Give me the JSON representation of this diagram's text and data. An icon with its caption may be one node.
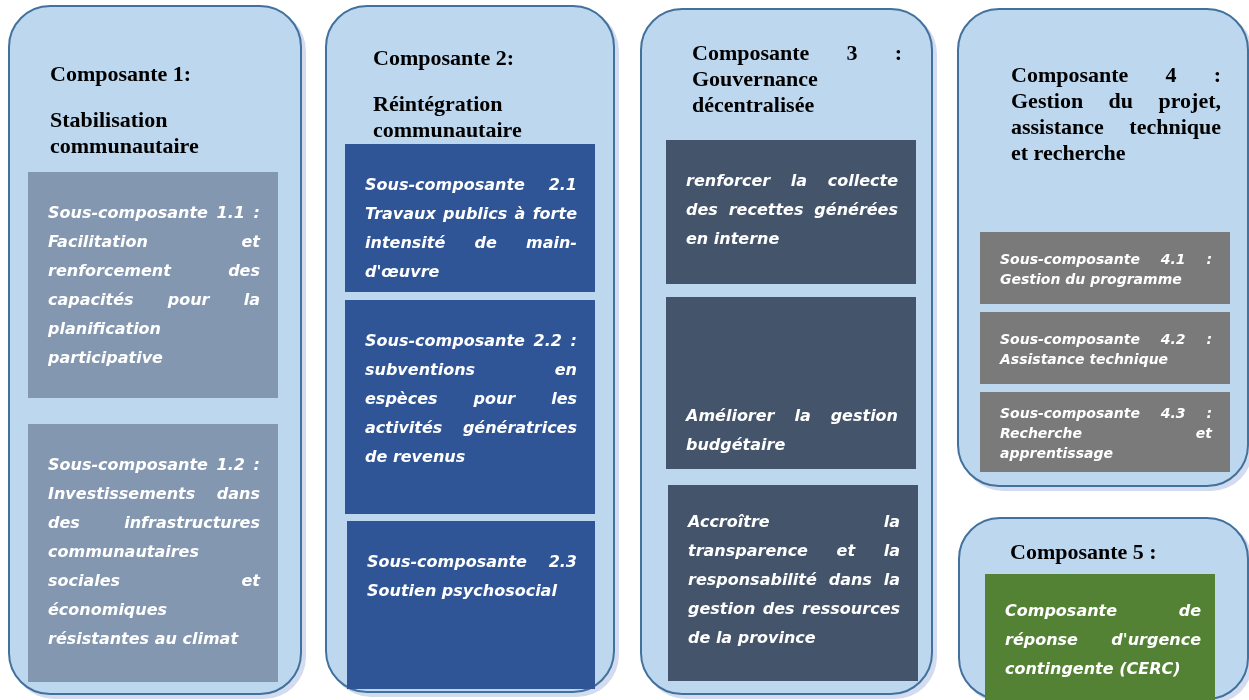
{
  "diagram": {
    "nodes": [
      {
        "text": [
          "Composante 1:",
          "Stabilisation communautaire"
        ]
      },
      {
        "text": [
          "Sous-composante 1.1 : Facilitation et renforcement des capacités pour la planification participative"
        ],
        "in": 0
      },
      {
        "text": [
          "Sous-composante 1.2 : Investissements dans des infrastructures communautaires sociales et économiques résistantes au climat"
        ],
        "in": 0
      },
      {
        "text": [
          "Composante 2:",
          "Réintégration communautaire"
        ]
      },
      {
        "text": [
          "Sous-composante 2.1 Travaux publics à forte intensité de main-d'œuvre"
        ],
        "in": 3
      },
      {
        "text": [
          "Sous-composante 2.2 : subventions en espèces pour les activités génératrices de revenus"
        ],
        "in": 3
      },
      {
        "text": [
          "Sous-composante 2.3 Soutien psychosocial"
        ],
        "in": 3
      },
      {
        "text": [
          "Composante 3 : Gouvernance décentralisée"
        ]
      },
      {
        "text": [
          "renforcer la collecte des recettes générées en interne"
        ],
        "in": 7
      },
      {
        "text": [
          "Améliorer la gestion budgétaire"
        ],
        "in": 7
      },
      {
        "text": [
          "Accroître la transparence et la responsabilité dans la gestion des ressources de la province"
        ],
        "in": 7
      },
      {
        "text": [
          "Composante 4 : Gestion du projet, assistance technique et recherche"
        ]
      },
      {
        "text": [
          "Sous-composante 4.1 : Gestion du programme"
        ],
        "in": 11
      },
      {
        "text": [
          "Sous-composante 4.2 : Assistance technique"
        ],
        "in": 11
      },
      {
        "text": [
          "Sous-composante 4.3 : Recherche et apprentissage"
        ],
        "in": 11
      },
      {
        "text": [
          "Composante 5 :"
        ]
      },
      {
        "text": [
          "Composante de réponse d'urgence contingente (CERC)"
        ],
        "in": 15
      }
    ]
  }
}
